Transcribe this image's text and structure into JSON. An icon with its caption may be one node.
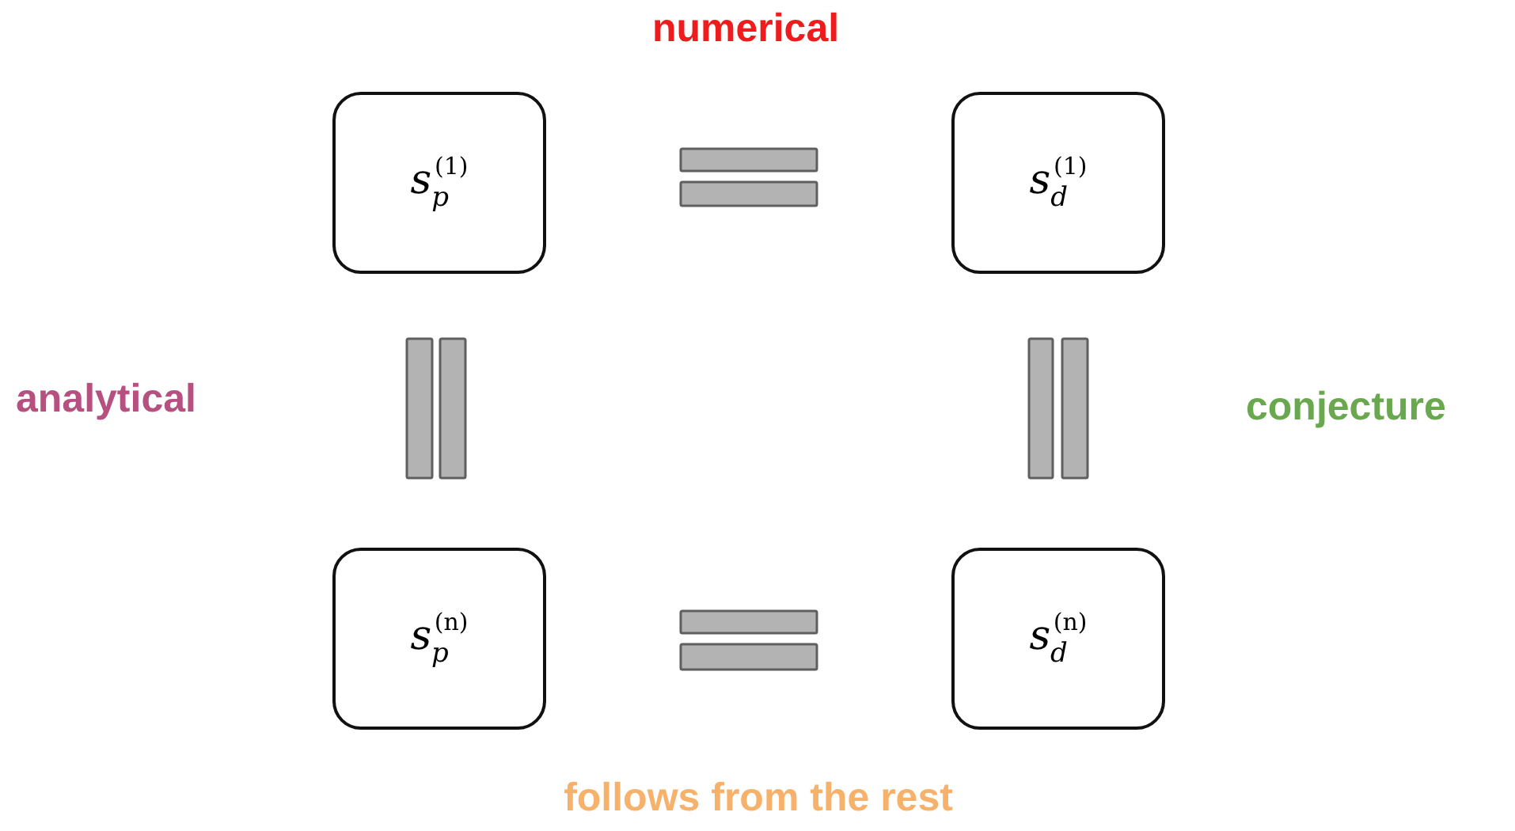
{
  "diagram": {
    "nodes": [
      {
        "text": [
          "*s*$_{p}$$^{(1)}$"
        ]
      },
      {
        "text": [
          "*s*$_{d}$$^{(1)}$"
        ]
      },
      {
        "text": [
          "*s*$_{p}$$^{(n)}$"
        ]
      },
      {
        "text": [
          "*s*$_{d}$$^{(n)}$"
        ]
      }
    ],
    "labels": [
      "numerical",
      "analytical",
      "conjecture",
      "follows from the rest"
    ]
  }
}
